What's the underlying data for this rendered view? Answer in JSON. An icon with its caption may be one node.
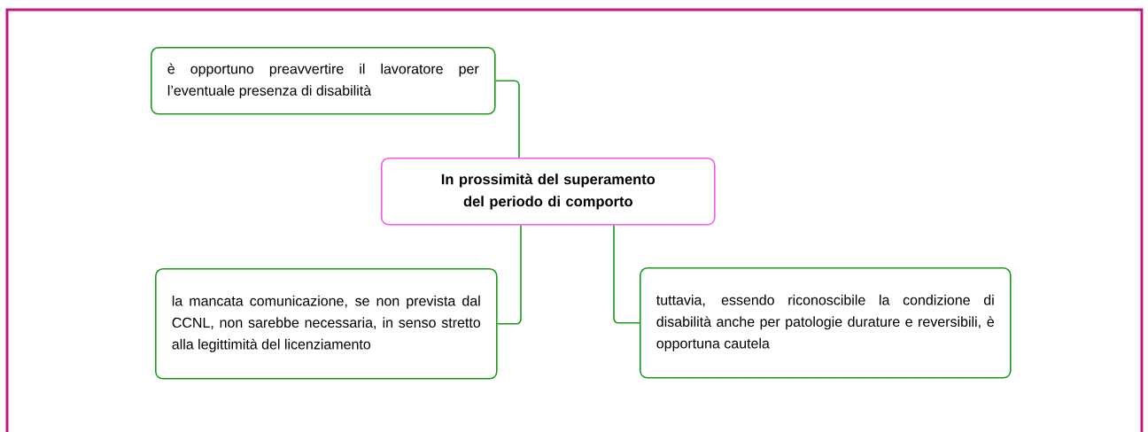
{
  "diagram": {
    "nodes": [
      {
        "text": [
          "In prossimità del superamento del periodo di comporto"
        ]
      },
      {
        "text": [
          "è opportuno preavvertire il lavoratore per l’eventuale presenza di disabilità"
        ]
      },
      {
        "text": [
          "la mancata comunicazione, se non prevista dal CCNL, non sarebbe necessaria, in senso stretto alla legittimità del licenziamento"
        ]
      },
      {
        "text": [
          "tuttavia, essendo riconoscibile la condizione di disabilità anche per patologie durature e reversibili, è opportuna cautela"
        ]
      }
    ],
    "edges": [
      {
        "from": 0,
        "to": 1,
        "arrow": "none"
      },
      {
        "from": 0,
        "to": 2,
        "arrow": "none"
      },
      {
        "from": 0,
        "to": 3,
        "arrow": "none"
      }
    ]
  }
}
